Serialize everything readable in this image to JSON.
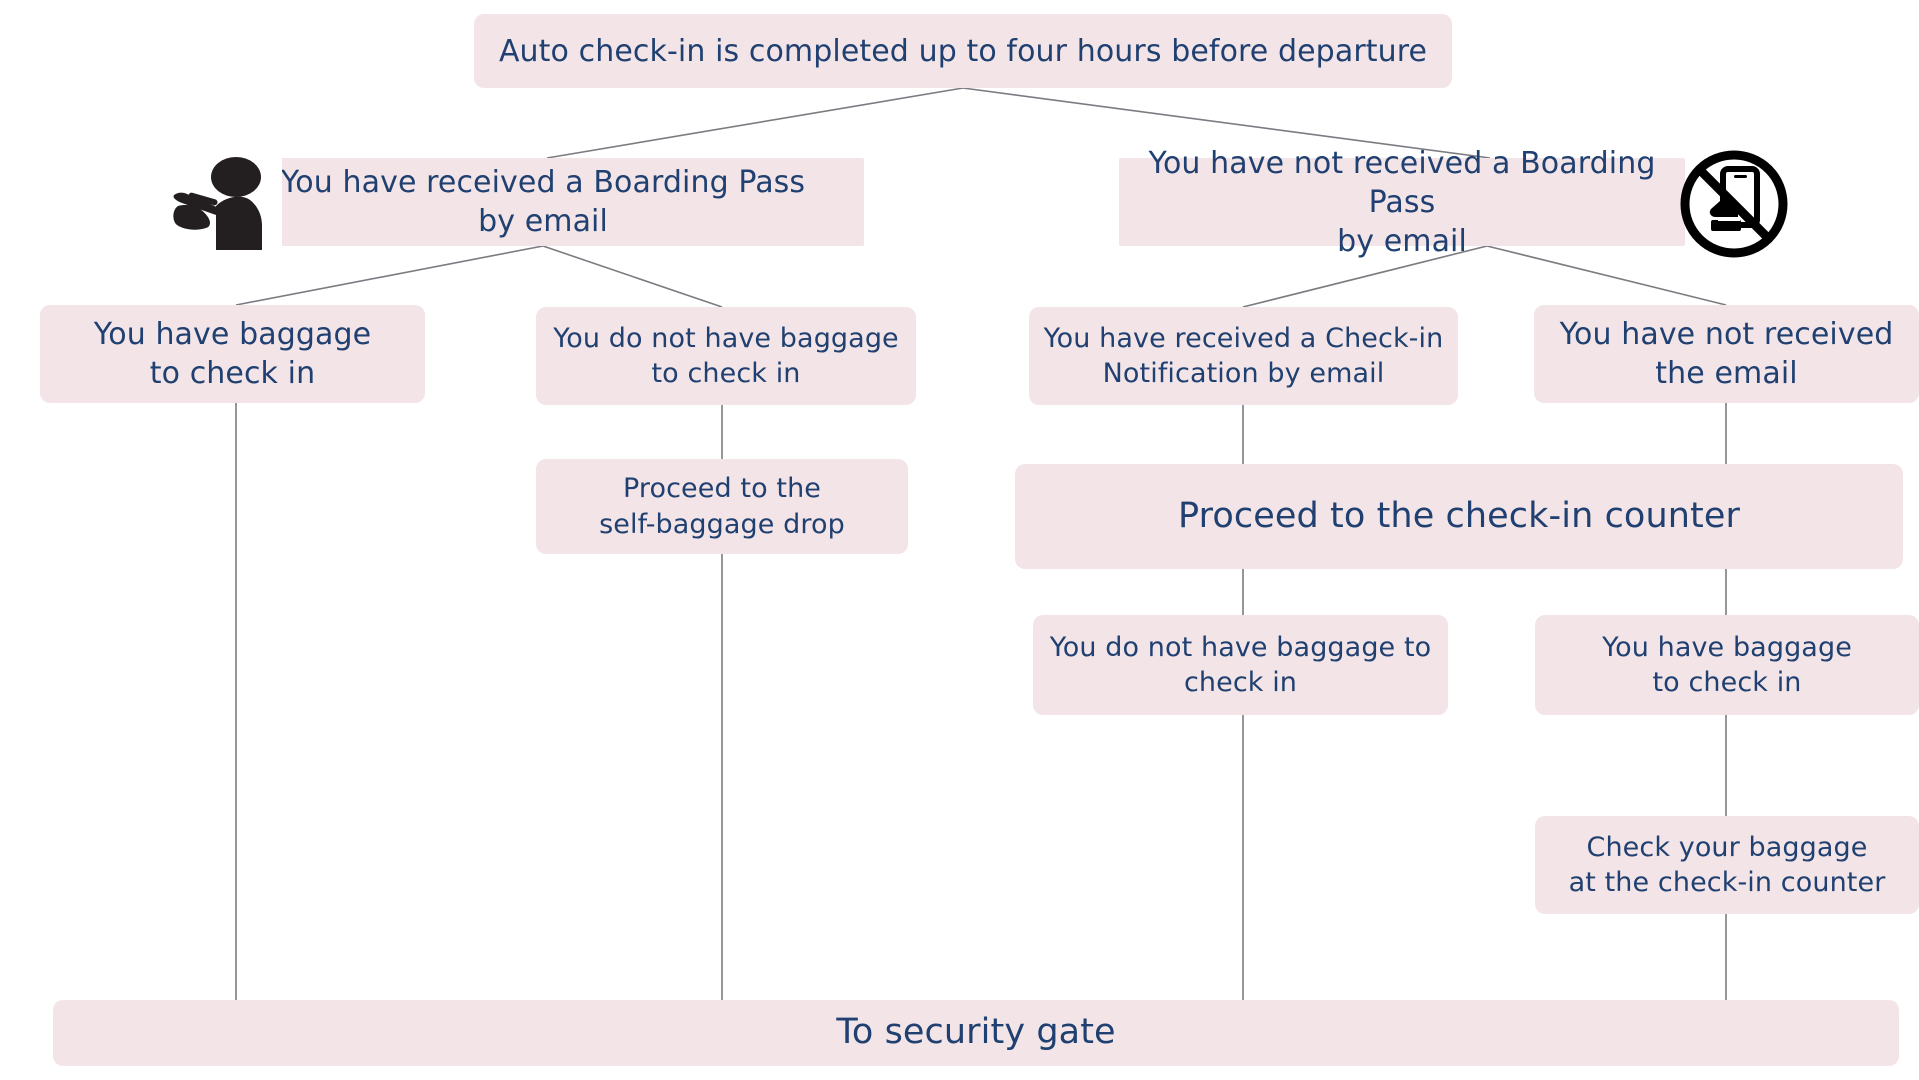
{
  "diagram": {
    "title": "Auto check-in is completed up to four hours before departure",
    "background_color": "#ffffff",
    "node_fill": "#f3e5e7",
    "node_text_color": "#204071",
    "connector_color": "#7b7b82",
    "root": {
      "label": "Auto check-in is completed up to four hours before departure"
    },
    "branches": {
      "left": {
        "label": "You have received a Boarding Pass\nby email"
      },
      "right": {
        "label": "You have not received a Boarding Pass\nby email"
      }
    },
    "nodes": {
      "left_baggage": {
        "label": "You have baggage\nto check in"
      },
      "left_no_baggage": {
        "label": "You do not have baggage\nto check in"
      },
      "self_baggage_drop": {
        "label": "Proceed to the\nself-baggage drop"
      },
      "right_checkin_notification": {
        "label": "You have received a Check-in\nNotification by email"
      },
      "right_no_email": {
        "label": "You have not received\nthe email"
      },
      "checkin_counter": {
        "label": "Proceed to the check-in counter"
      },
      "counter_no_baggage": {
        "label": "You do not have baggage to\ncheck in"
      },
      "counter_baggage": {
        "label": "You have baggage\nto check in"
      },
      "check_baggage_counter": {
        "label": "Check your baggage\nat the check-in counter"
      },
      "security_gate": {
        "label": "To security gate"
      }
    },
    "icons": {
      "boarding_pass_person": "person-holding-boarding-pass-icon",
      "no_mobile_boarding_pass": "no-mobile-boarding-pass-icon"
    }
  }
}
